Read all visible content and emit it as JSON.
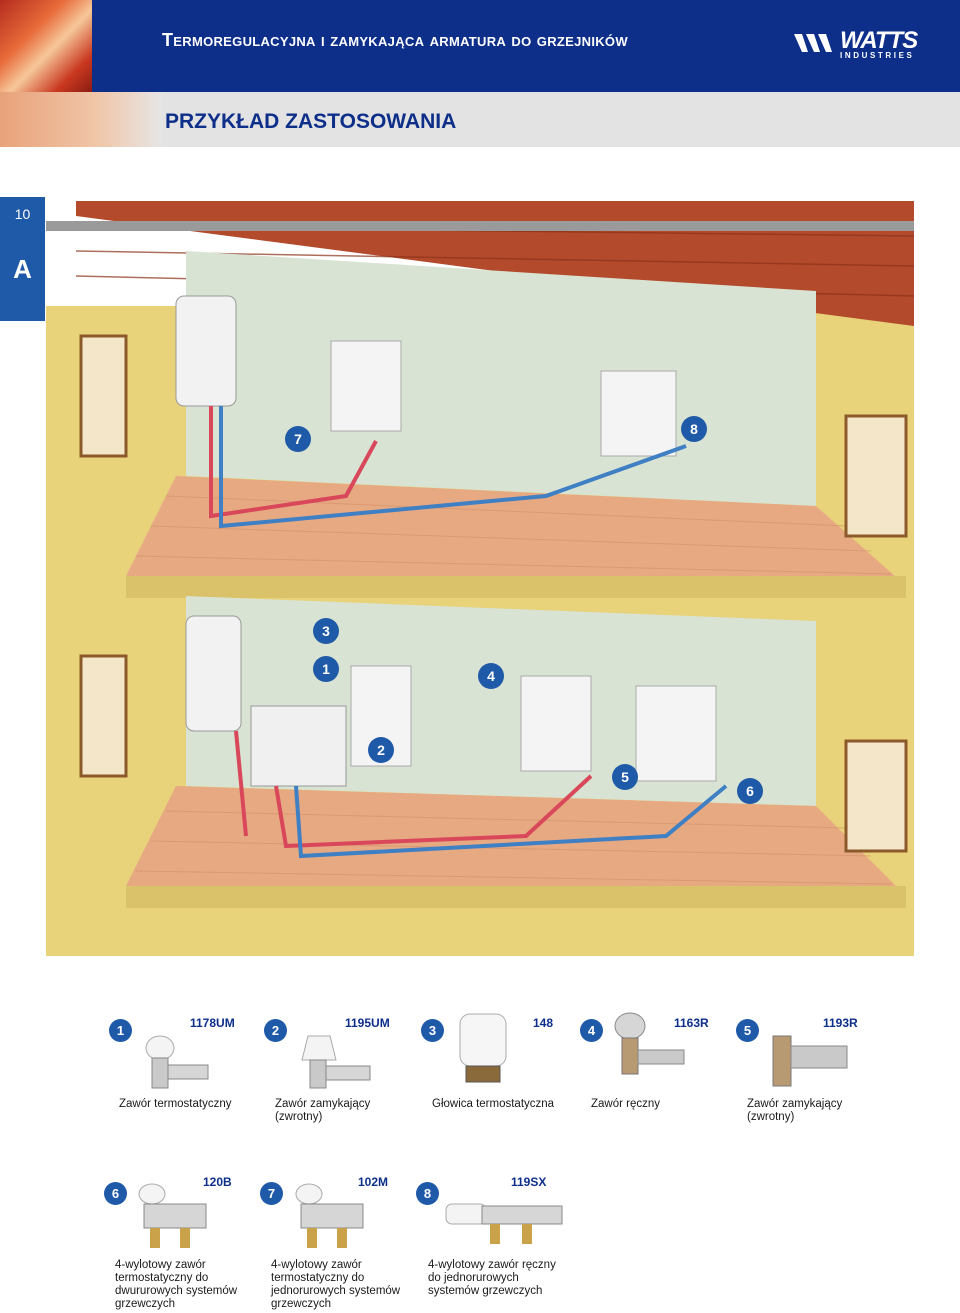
{
  "header": {
    "title": "Termoregulacyjna i zamykająca armatura do grzejników",
    "subtitle": "PRZYKŁAD ZASTOSOWANIA",
    "logo_word": "WATTS",
    "logo_sub": "INDUSTRIES"
  },
  "side_tab": {
    "page_number": "10",
    "section": "A"
  },
  "illustration": {
    "callouts": [
      "7",
      "8",
      "3",
      "1",
      "4",
      "2",
      "5",
      "6"
    ]
  },
  "products_row1": [
    {
      "num": "1",
      "code": "1178UM",
      "desc": "Zawór termostatyczny"
    },
    {
      "num": "2",
      "code": "1195UM",
      "desc": "Zawór zamykający (zwrotny)"
    },
    {
      "num": "3",
      "code": "148",
      "desc": "Głowica termostatyczna"
    },
    {
      "num": "4",
      "code": "1163R",
      "desc": "Zawór ręczny"
    },
    {
      "num": "5",
      "code": "1193R",
      "desc": "Zawór zamykający (zwrotny)"
    }
  ],
  "products_row2": [
    {
      "num": "6",
      "code": "120B",
      "desc": "4-wylotowy zawór termostatyczny do dwururowych systemów grzewczych"
    },
    {
      "num": "7",
      "code": "102M",
      "desc": "4-wylotowy zawór termostatyczny do jednorurowych systemów grzewczych"
    },
    {
      "num": "8",
      "code": "119SX",
      "desc": "4-wylotowy zawór ręczny do jednorurowych systemów grzewczych"
    }
  ],
  "colors": {
    "brand_blue": "#0d2f8a",
    "badge_blue": "#1f5aa9",
    "pipe_red": "#d9475a",
    "pipe_blue": "#3f7fc4"
  }
}
